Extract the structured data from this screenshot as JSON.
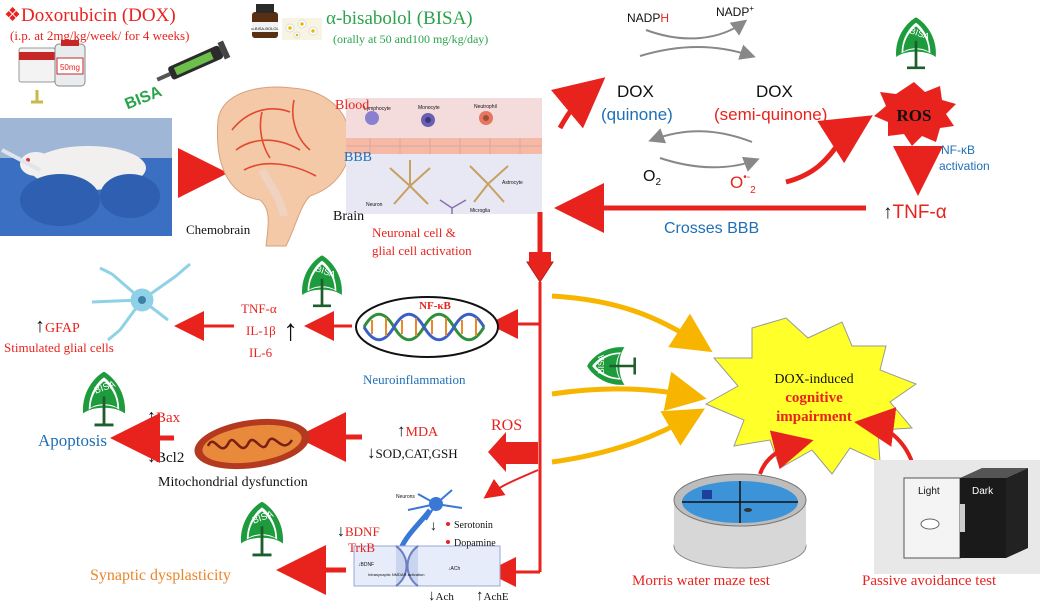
{
  "header": {
    "dox_title": "❖Doxorubicin (DOX)",
    "dox_dose": "(i.p. at 2mg/kg/week/  for 4 weeks)",
    "vial_label": "50mg",
    "bisa_title": "α-bisabolol (BISA)",
    "bisa_dose": "(orally  at 50 and100  mg/kg/day)",
    "bottle_label": "α-BISA-BOLOL"
  },
  "redox": {
    "nadph_base": "NADP",
    "nadph_h": "H",
    "nadp_base": "NADP",
    "nadp_plus": "+",
    "dox": "DOX",
    "quinone": "(quinone)",
    "semi_quinone": "(semi-quinone)",
    "o2": "O",
    "o2_sub": "2",
    "superoxide": "O",
    "superoxide_sup": "•-",
    "superoxide_sub": "2"
  },
  "ros_pathway": {
    "ros": "ROS",
    "nfkb": "NF-κB",
    "activation": "activation",
    "tnf": "TNF-α",
    "crosses_bbb": "Crosses BBB"
  },
  "brain": {
    "blood": "Blood",
    "bbb": "BBB",
    "brain": "Brain",
    "chemobrain": "Chemobrain",
    "lymphocyte": "Lymphocyte",
    "monocyte": "Monocyte",
    "neutrophil": "Neutrophil",
    "astrocyte": "Astrocyte",
    "microglia": "Microglia",
    "neuron": "Neuron",
    "activation_line1": "Neuronal cell &",
    "activation_line2": "glial cell activation",
    "syringe_label": "BISA"
  },
  "neuroinflammation": {
    "nfkb_label": "NF-κB",
    "label": "Neuroinflammation",
    "cytokine1": "TNF-α",
    "cytokine2": "IL-1β",
    "cytokine3": "IL-6",
    "gfap": "GFAP",
    "glial": "Stimulated glial cells"
  },
  "mitochondria": {
    "ros": "ROS",
    "mda": "MDA",
    "antioxidants": "SOD,CAT,GSH",
    "label": "Mitochondrial  dysfunction",
    "bax": "Bax",
    "bcl2": "Bcl2",
    "apoptosis": "Apoptosis"
  },
  "synaptic": {
    "bdnf": "BDNF",
    "trkb": "TrkB",
    "serotonin": "Serotonin",
    "dopamine": "Dopamine",
    "ach": "Ach",
    "ache": "AchE",
    "neuron_small": "Neurons",
    "receptor1": "↓BDNF",
    "receptor2": "Intrasynaptic NMDAR activation",
    "receptor3": "↓ACh",
    "label": "Synaptic  dysplasticity"
  },
  "outcome": {
    "line1": "DOX-induced",
    "line2": "cognitive",
    "line3": "impairment",
    "morris": "Morris water maze test",
    "passive": "Passive avoidance test",
    "light": "Light",
    "dark": "Dark"
  },
  "inhibitor_label": "BISA",
  "colors": {
    "red": "#e8231d",
    "blue": "#1f6fb5",
    "green": "#2aa44a",
    "yellow_arrow": "#f7b500",
    "orange": "#e9862a"
  }
}
